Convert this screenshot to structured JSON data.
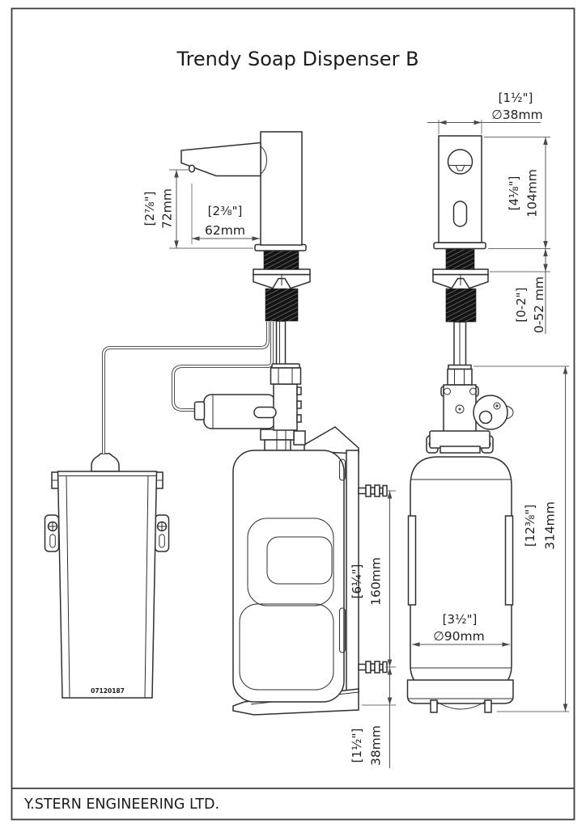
{
  "page": {
    "title": "Trendy Soap Dispenser B",
    "footer": "Y.STERN ENGINEERING LTD.",
    "serial_number": "07120187"
  },
  "colors": {
    "line": "#2f2f2f",
    "dimension_line": "#555555",
    "background": "#ffffff"
  },
  "dimensions": {
    "spout_body_width": {
      "inch": "[1½\"]",
      "mm": "∅38mm"
    },
    "spout_height": {
      "inch": "[2⅞\"]",
      "mm": "72mm"
    },
    "spout_reach": {
      "inch": "[2⅜\"]",
      "mm": "62mm"
    },
    "body_height": {
      "inch": "[4⅛\"]",
      "mm": "104mm"
    },
    "deck_range": {
      "inch": "[0-2\"]",
      "mm": "0-52 mm"
    },
    "fitting_spacing": {
      "inch": "[6¼\"]",
      "mm": "160mm"
    },
    "overall_height": {
      "inch": "[12⅜\"]",
      "mm": "314mm"
    },
    "bottle_diameter": {
      "inch": "[3½\"]",
      "mm": "∅90mm"
    },
    "bottom_fitting_offset": {
      "inch": "[1½\"]",
      "mm": "38mm"
    }
  }
}
